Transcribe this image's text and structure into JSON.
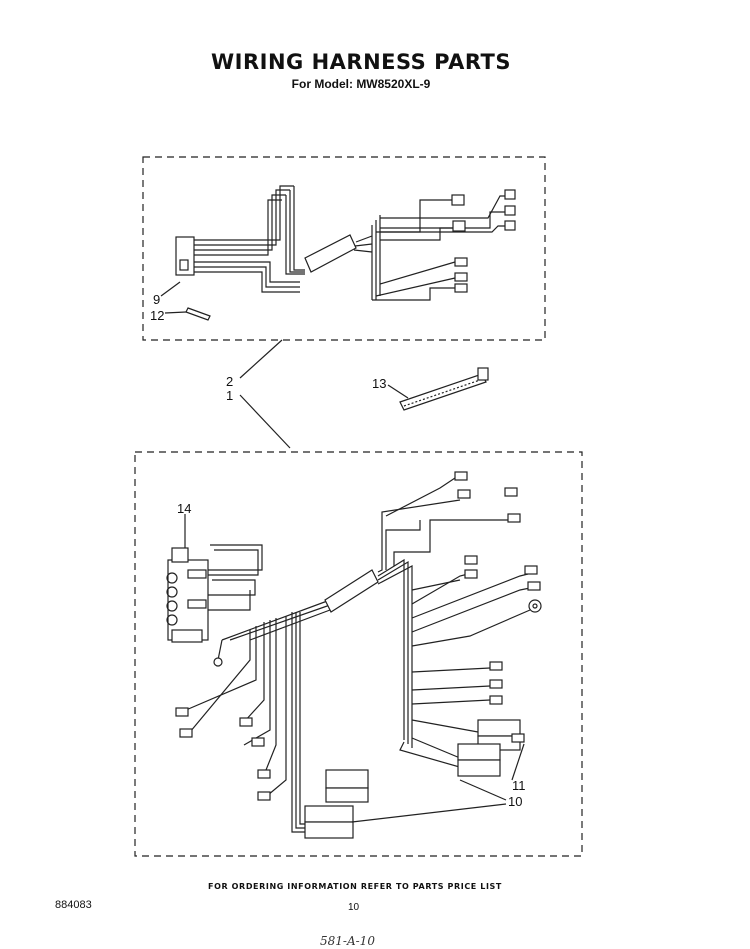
{
  "header": {
    "title": "WIRING HARNESS PARTS",
    "subtitle": "For Model: MW8520XL-9"
  },
  "callouts": {
    "c9": "9",
    "c12": "12",
    "c2": "2",
    "c1": "1",
    "c13": "13",
    "c14": "14",
    "c11": "11",
    "c10": "10"
  },
  "footer": {
    "note": "FOR ORDERING INFORMATION REFER TO PARTS PRICE LIST",
    "doc_code": "884083",
    "page_number": "10",
    "handwritten": "581-A-10"
  }
}
